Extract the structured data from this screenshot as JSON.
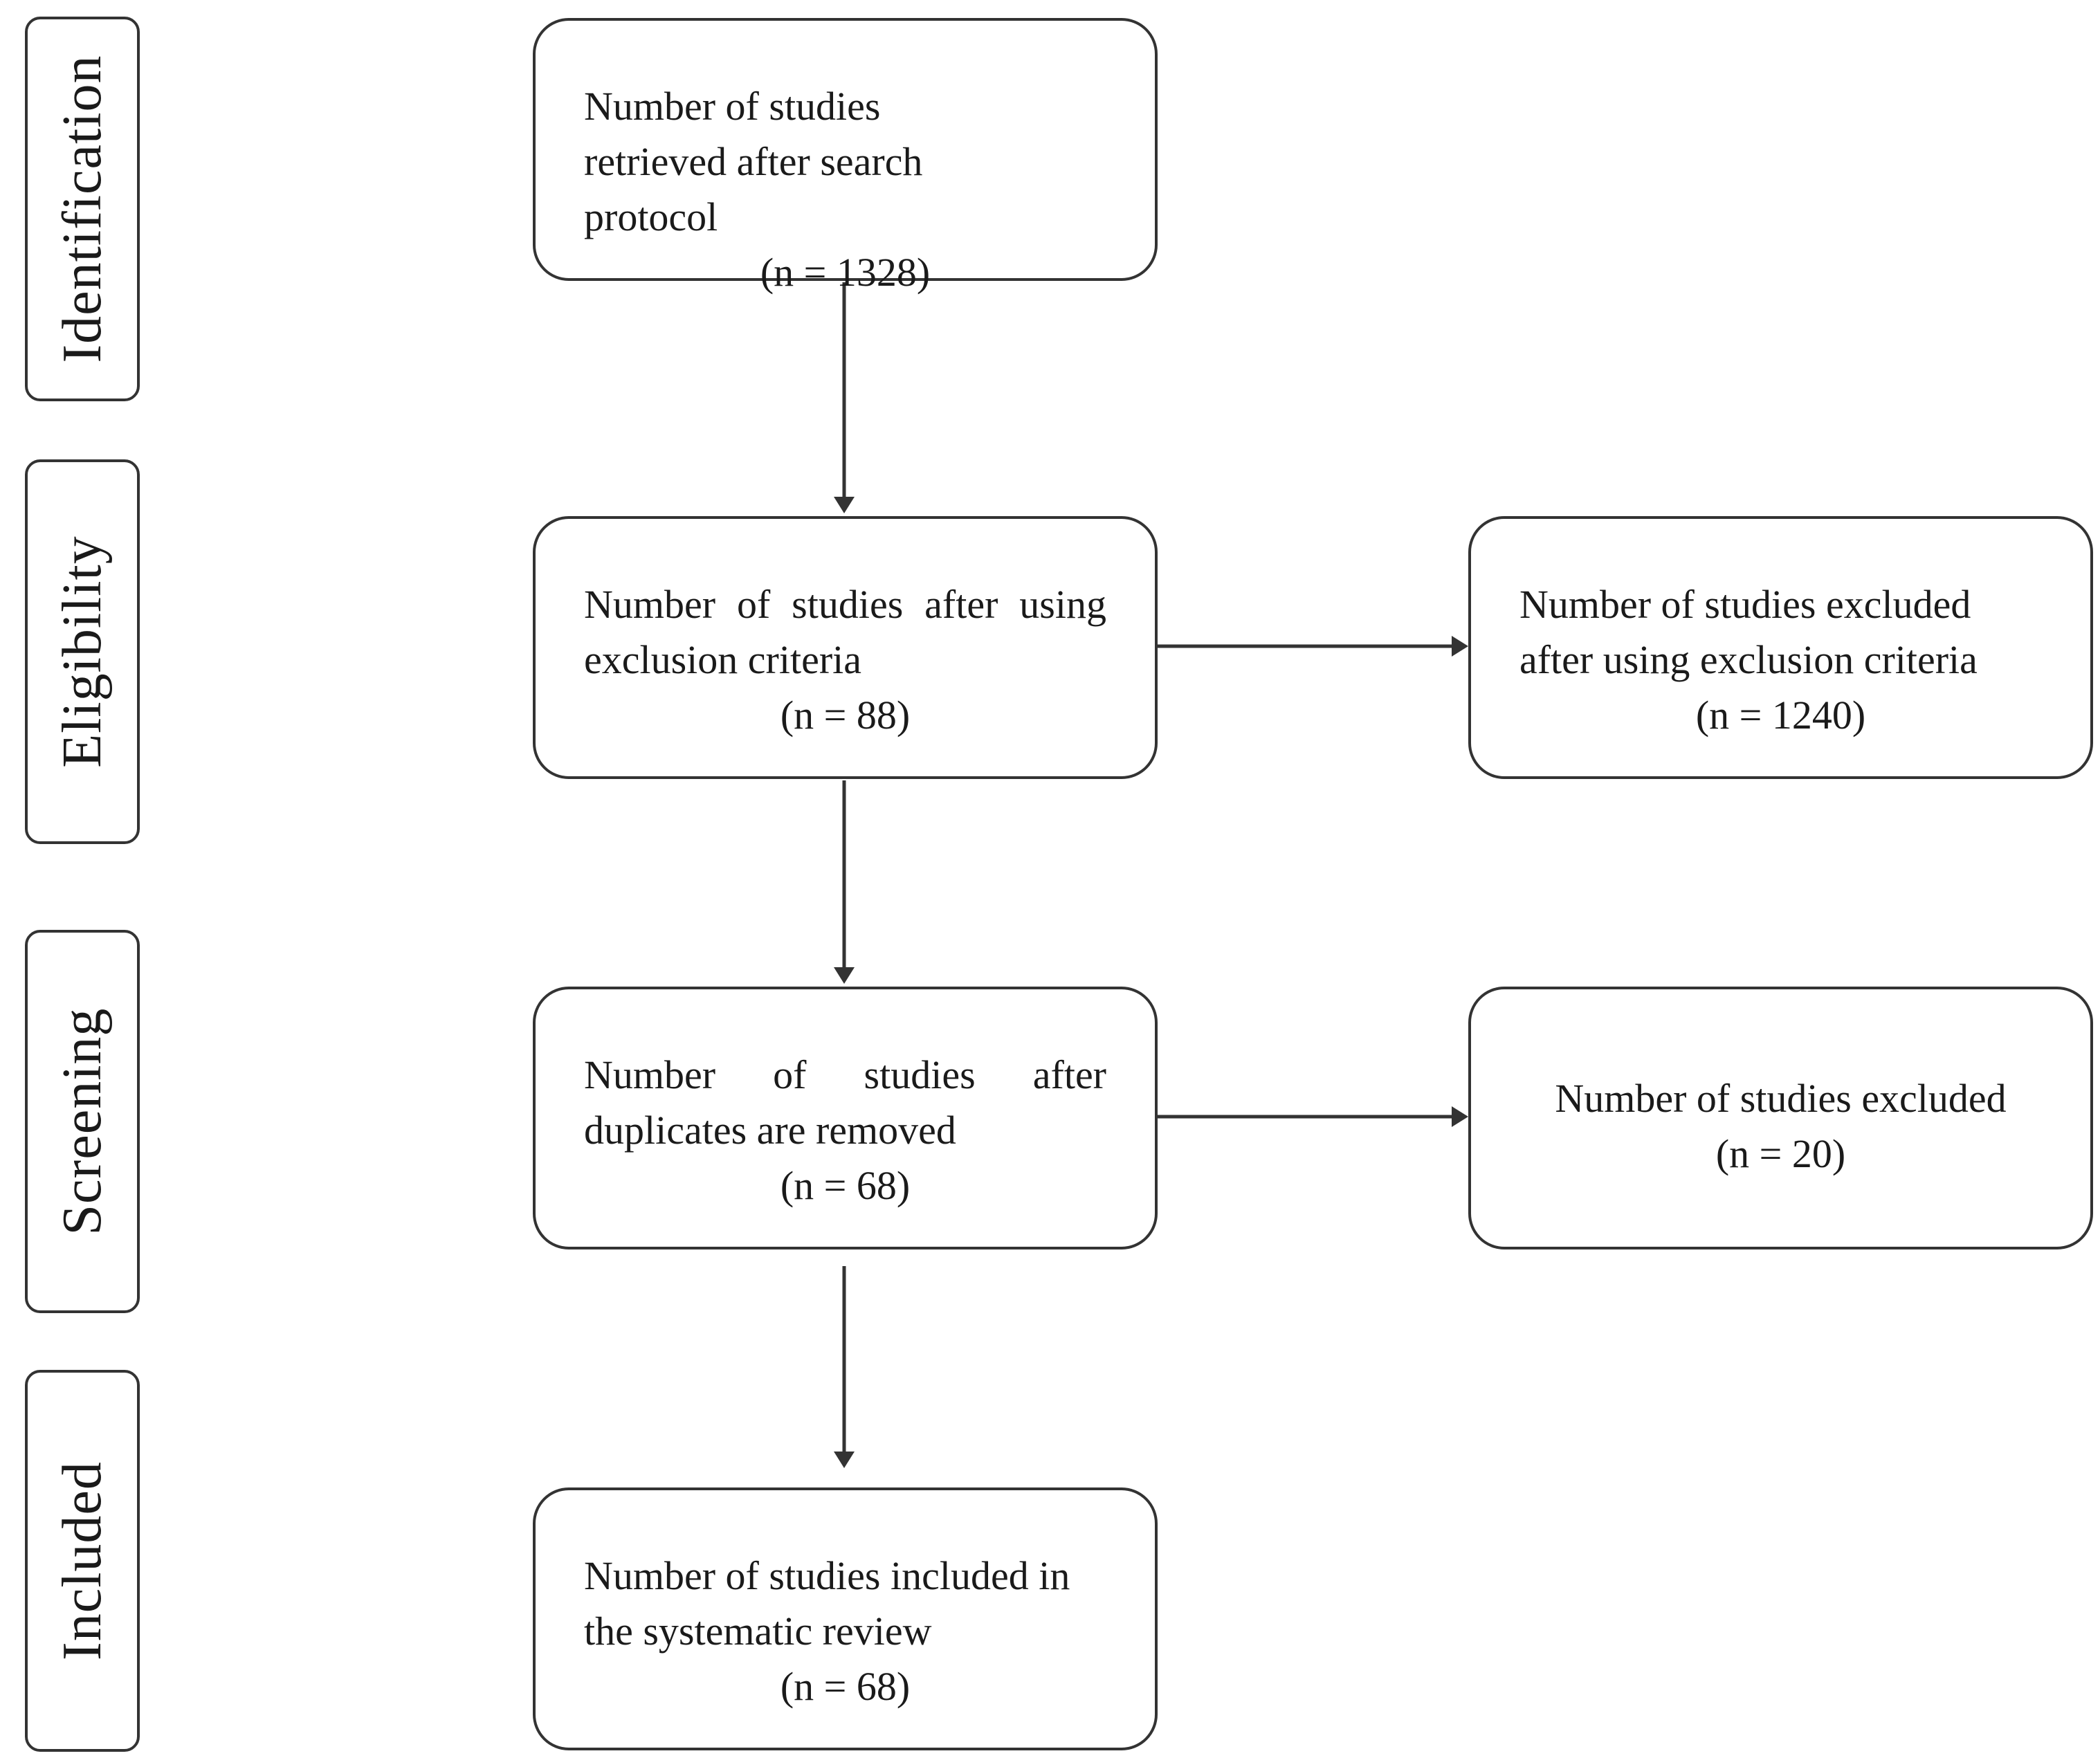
{
  "stages": [
    {
      "id": "identification",
      "label": "Identification"
    },
    {
      "id": "eligibility",
      "label": "Eligibility"
    },
    {
      "id": "screening",
      "label": "Screening"
    },
    {
      "id": "included",
      "label": "Included"
    }
  ],
  "boxes": {
    "retrieved": {
      "text": "Number of studies retrieved after search protocol",
      "count": "(n = 1328)"
    },
    "after_exclusion": {
      "text": "Number of studies after using exclusion criteria",
      "count": "(n = 88)"
    },
    "excluded_criteria": {
      "text": "Number of studies excluded after using exclusion criteria",
      "count": "(n = 1240)"
    },
    "after_duplicates": {
      "text": "Number of studies after duplicates are removed",
      "count": "(n = 68)"
    },
    "excluded": {
      "text": "Number of studies excluded",
      "count": "(n = 20)"
    },
    "included_review": {
      "text": "Number of studies included in the systematic review",
      "count": "(n = 68)"
    }
  },
  "colors": {
    "stroke": "#333333",
    "text": "#1a1a1a",
    "background": "#ffffff"
  }
}
